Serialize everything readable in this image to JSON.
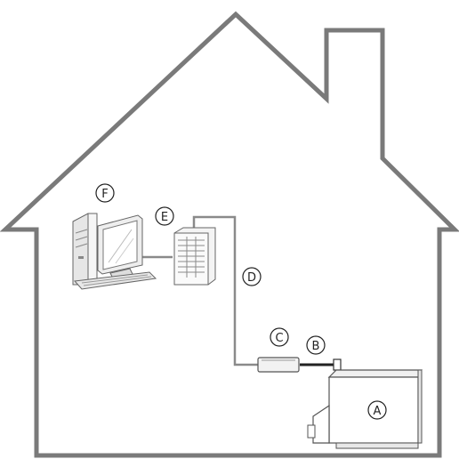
{
  "labels": {
    "a": "A",
    "b": "B",
    "c": "C",
    "d": "D",
    "e": "E",
    "f": "F"
  },
  "colors": {
    "house_outline": "#7a7a7a",
    "cable": "#8a8a8a",
    "device_fill": "#f4f4f4",
    "device_stroke": "#666666",
    "label_stroke": "#222222"
  }
}
